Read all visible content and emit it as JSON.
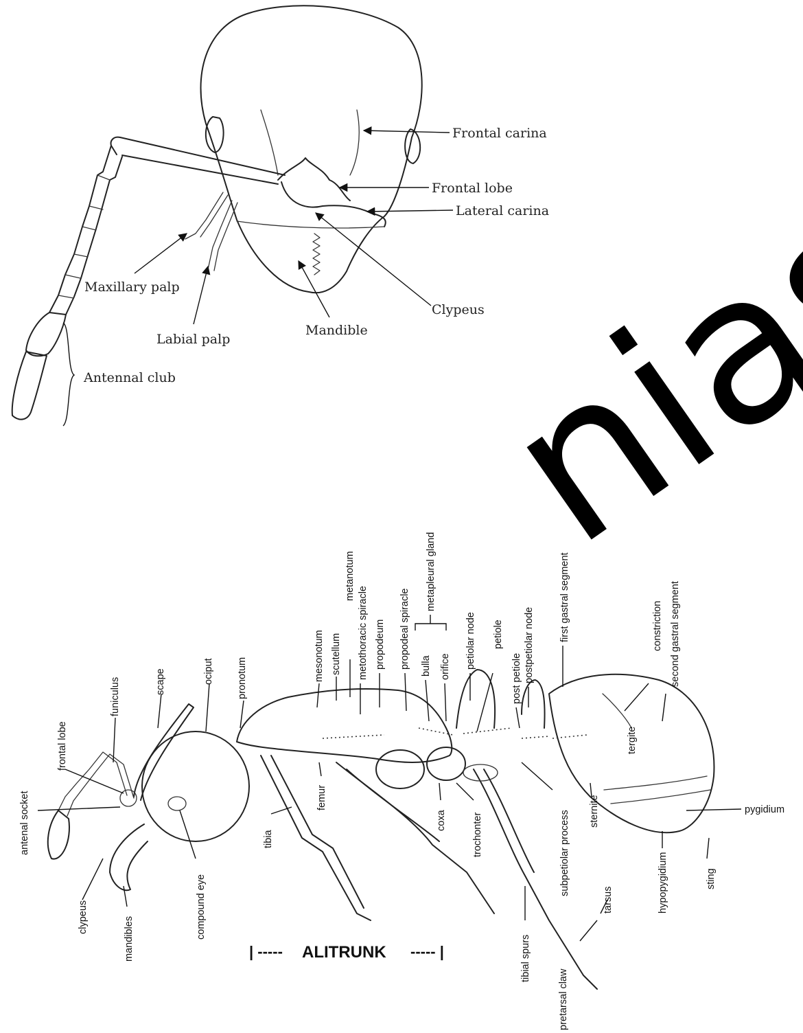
{
  "head_figure": {
    "labels": {
      "frontal_carina": "Frontal carina",
      "frontal_lobe": "Frontal lobe",
      "lateral_carina": "Lateral carina",
      "clypeus": "Clypeus",
      "mandible": "Mandible",
      "maxillary_palp": "Maxillary palp",
      "labial_palp": "Labial palp",
      "antennal_club": "Antennal club"
    }
  },
  "watermark": {
    "text": "nias",
    "color": "#000000"
  },
  "body_figure": {
    "labels": {
      "antenal_socket": "antenal socket",
      "frontal_lobe": "frontal lobe",
      "funiculus": "funiculus",
      "scape": "scape",
      "ociput": "ociput",
      "pronotum": "pronotum",
      "mesonotum": "mesonotum",
      "scutellum": "scutellum",
      "metanotum": "metanotum",
      "metothoracic_spiracle": "metothoracic spiracle",
      "propodeum": "propodeum",
      "propodeal_spiracle": "propodeal spiracle",
      "bulla": "bulla",
      "metapleural_gland": "metapleural gland",
      "orifice": "orifice",
      "petiolar_node": "petiolar node",
      "petiole": "petiole",
      "post_petiole": "post petiole",
      "postpetiolar_node": "postpetiolar node",
      "first_gastral_segment": "first gastral segment",
      "constriction": "constriction",
      "second_gastral_segment": "second gastral segment",
      "tergite": "tergite",
      "pygidium": "pygidium",
      "sting": "sting",
      "hypopygidium": "hypopygidium",
      "sternite": "sternite",
      "subpetiolar_process": "subpetiolar process",
      "tarsus": "tarsus",
      "pretarsal_claw": "pretarsal claw",
      "tibial_spurs": "tibial spurs",
      "trochonter": "trochonter",
      "coxa": "coxa",
      "femur": "femur",
      "tibia": "tibia",
      "compound_eye": "compound eye",
      "mandibles": "mandibles",
      "clypeus": "clypeus"
    },
    "alitrunk_caption": "ALITRUNK",
    "alitrunk_left_mark": "| -----",
    "alitrunk_right_mark": "----- |"
  }
}
